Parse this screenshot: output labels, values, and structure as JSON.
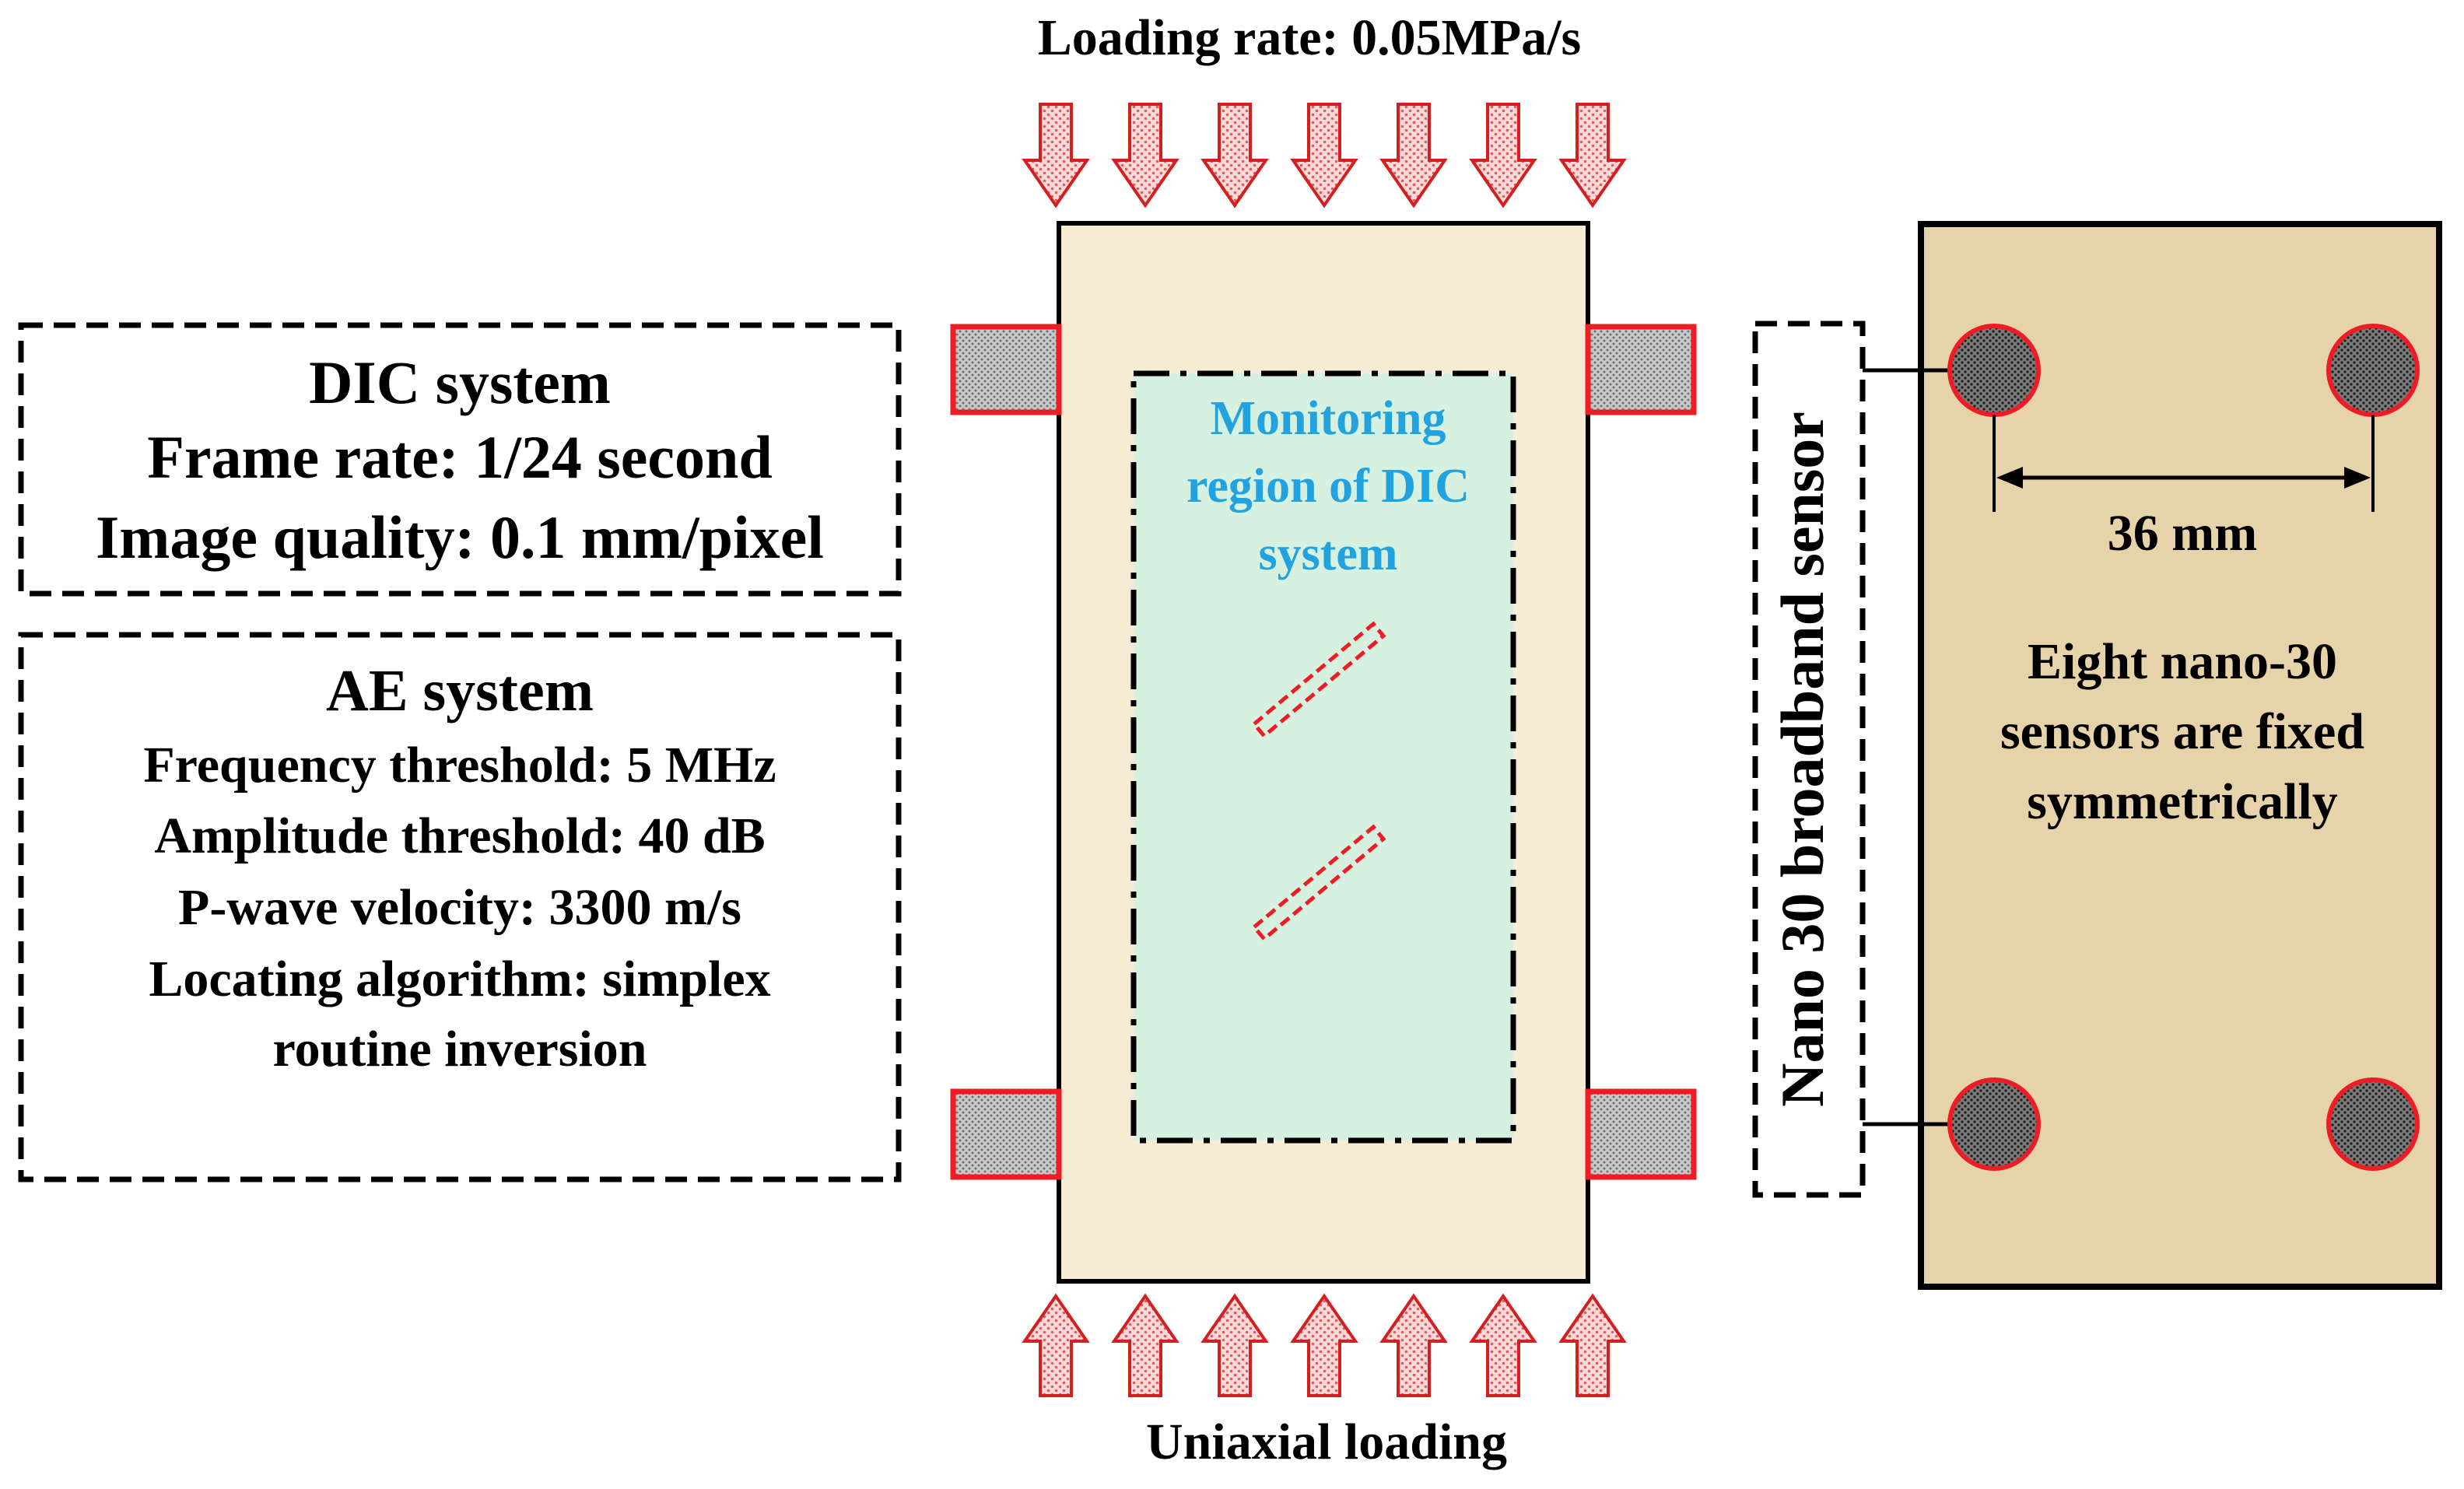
{
  "loading": {
    "top_label": "Loading rate: 0.05MPa/s",
    "bottom_label": "Uniaxial loading",
    "arrow_count": 7
  },
  "dic_box": {
    "title": "DIC system",
    "line1": "Frame rate: 1/24 second",
    "line2": "Image quality: 0.1 mm/pixel"
  },
  "ae_box": {
    "title": "AE system",
    "line1": "Frequency threshold: 5 MHz",
    "line2": "Amplitude threshold: 40 dB",
    "line3": "P-wave velocity: 3300 m/s",
    "line4": "Locating algorithm: simplex",
    "line5": "routine inversion"
  },
  "monitoring": {
    "line1": "Monitoring",
    "line2": "region of DIC",
    "line3": "system"
  },
  "sensor_box": {
    "label": "Nano 30 broadband sensor"
  },
  "side_view": {
    "dimension": "36 mm",
    "note_line1": "Eight nano-30",
    "note_line2": "sensors are fixed",
    "note_line3": "symmetrically"
  },
  "colors": {
    "specimen_fill": "#f6ecd4",
    "monitoring_fill": "#d7f1e1",
    "monitoring_text": "#22a3e0",
    "accent_red": "#ee1c25",
    "arrow_fill": "#f5cccc",
    "pad_fill": "#b3b3b3",
    "sensor_fill": "#666666",
    "side_fill": "#e6d3a9"
  }
}
